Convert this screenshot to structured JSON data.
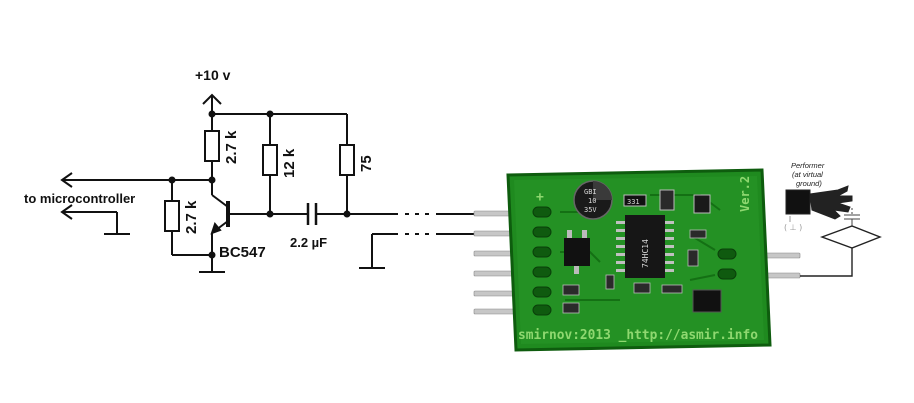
{
  "schematic": {
    "supply_label": "+10 v",
    "r_collector_label": "2.7 k",
    "r_12k_label": "12 k",
    "r_75_label": "75",
    "r_base_label": "2.7 k",
    "capacitor_label": "2.2 µF",
    "transistor_label": "BC547",
    "output_label": "to microcontroller"
  },
  "board": {
    "silkscreen_footer": "smirnov:2013 _http://asmir.info",
    "version_label": "Ver.2",
    "cap_marking_line1": "GBI",
    "cap_marking_line2": "10",
    "cap_marking_line3": "35V",
    "smd_marking": "331",
    "ic_marking": "74HC14",
    "colors": {
      "pcb": "#1f8a1f",
      "pcb_edge": "#0e5c0e",
      "silk": "#8fd870",
      "pin": "#c7c7c7"
    }
  },
  "performer": {
    "line1": "Performer",
    "line2": "(at virtual",
    "line3": "ground)"
  }
}
